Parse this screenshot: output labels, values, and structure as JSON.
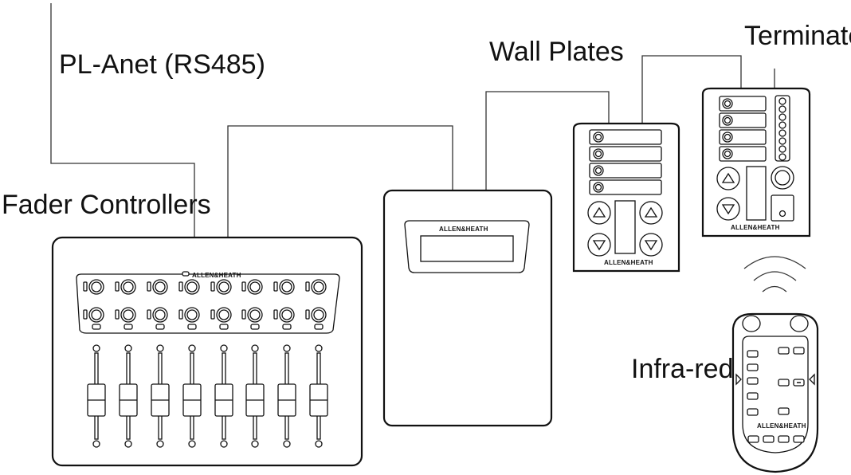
{
  "labels": {
    "bus": "PL-Anet (RS485)",
    "fader_controllers": "Fader Controllers",
    "wall_plates": "Wall Plates",
    "terminate": "Terminate",
    "infra_red": "Infra-red"
  },
  "brand": {
    "fader": "ALLEN&HEATH",
    "display": "ALLEN&HEATH",
    "wall_plate": "ALLEN&HEATH",
    "terminator": "ALLEN&HEATH",
    "remote": "ALLEN&HEATH"
  },
  "colors": {
    "line": "#111111",
    "background": "#ffffff"
  }
}
